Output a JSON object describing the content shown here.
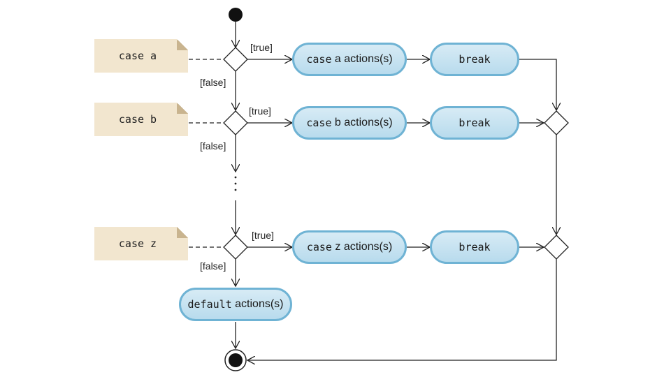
{
  "notes": {
    "a": "case a",
    "b": "case b",
    "z": "case z"
  },
  "actions": {
    "a_keyword": "case",
    "a_rest": " a actions(s)",
    "b_keyword": "case",
    "b_rest": " b actions(s)",
    "z_keyword": "case",
    "z_rest": " z actions(s)",
    "default_keyword": "default",
    "default_rest": " actions(s)"
  },
  "breaks": {
    "a": "break",
    "b": "break",
    "z": "break"
  },
  "guards": {
    "true_a": "[true]",
    "false_a": "[false]",
    "true_b": "[true]",
    "false_b": "[false]",
    "true_z": "[true]",
    "false_z": "[false]"
  },
  "colors": {
    "pill_fill": "#c8e3f1",
    "pill_border": "#6fb3d4",
    "note_fill": "#f2e6cf"
  }
}
